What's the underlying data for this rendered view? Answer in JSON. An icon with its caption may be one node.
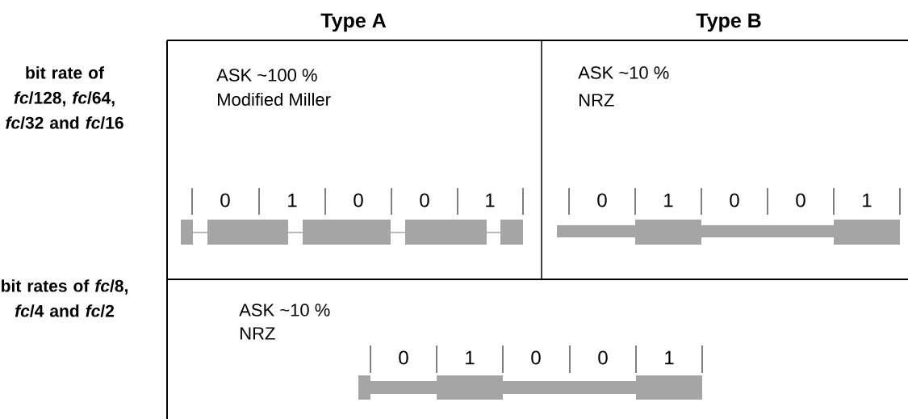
{
  "diagram": {
    "labels": [
      "Type A",
      "Type B",
      "bit rate of *fc*/128, *fc*/64, *fc*/32 and *fc*/16",
      "ASK ~100 %",
      "Modified Miller",
      "ASK ~10 %",
      "NRZ",
      "0",
      "1",
      "0",
      "0",
      "1",
      "0",
      "1",
      "0",
      "0",
      "1",
      "bit rates of *fc*/8, *fc*/4 and *fc*/2",
      "ASK ~10 %",
      "NRZ",
      "0",
      "1",
      "0",
      "0",
      "1"
    ]
  }
}
